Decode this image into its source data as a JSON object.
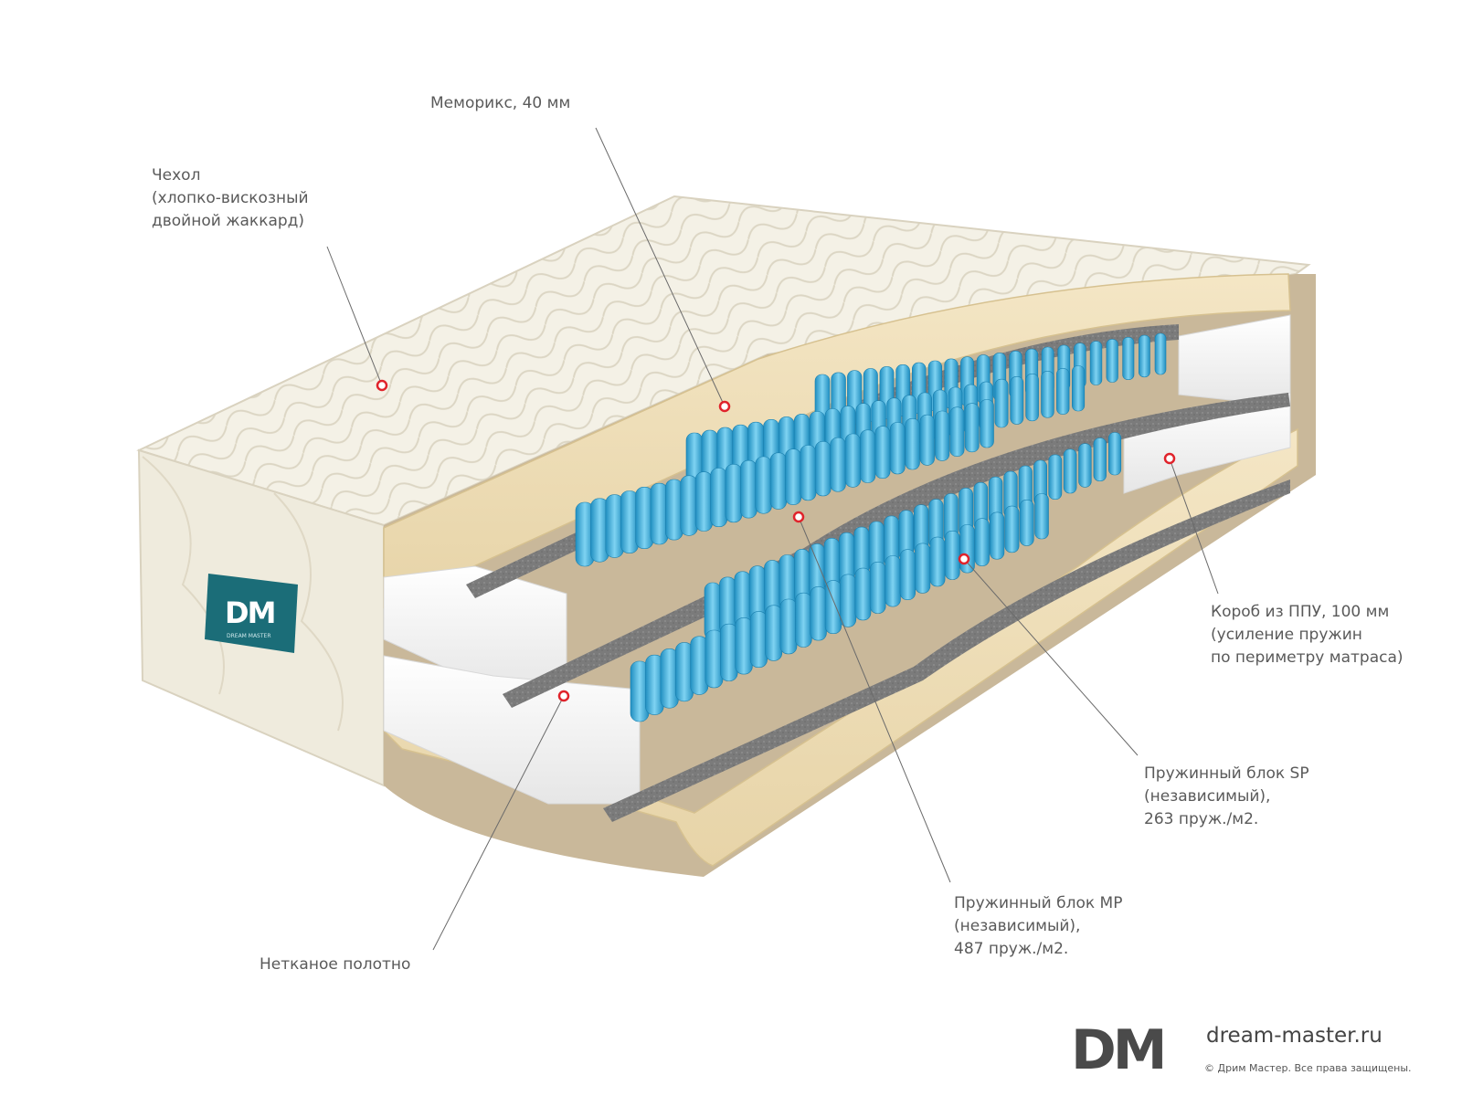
{
  "callouts": {
    "cover": [
      "Чехол",
      "(хлопко-вискозный",
      "двойной жаккард)"
    ],
    "memorix": [
      "Меморикс, 40 мм"
    ],
    "box": [
      "Короб из ППУ, 100 мм",
      "(усиление пружин",
      "по периметру матраса)"
    ],
    "sp_block": [
      "Пружинный блок SP",
      "(независимый),",
      "263 пруж./м2."
    ],
    "mp_block": [
      "Пружинный блок MP",
      "(независимый),",
      "487 пруж./м2."
    ],
    "nonwoven": [
      "Нетканое полотно"
    ]
  },
  "product_label": {
    "logo": "DM",
    "brand": "DREAM MASTER"
  },
  "footer": {
    "logo": "DM",
    "site": "dream-master.ru",
    "copyright": "© Дрим Мастер. Все права защищены."
  },
  "colors": {
    "fabric": "#f3efe3",
    "memory_foam": "#efdfb8",
    "ppu_box": "#f4f4f4",
    "felt": "#7d7d7d",
    "spring": "#3aa9d6",
    "label_teal": "#1b6d78",
    "marker": "#e0232b",
    "leader_line": "#6a6a6a"
  }
}
